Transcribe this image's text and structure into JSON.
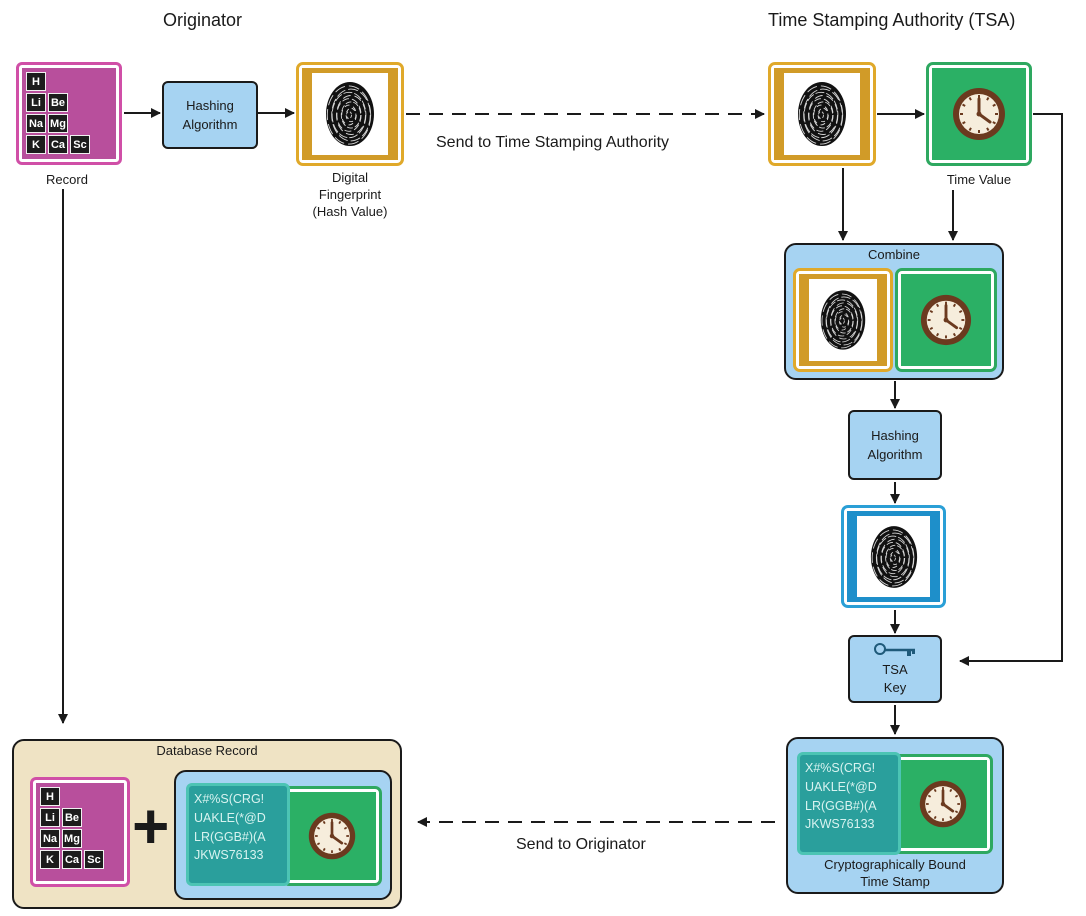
{
  "headings": {
    "originator": "Originator",
    "tsa": "Time Stamping Authority (TSA)"
  },
  "record": {
    "label": "Record",
    "elements": [
      "H",
      "Li",
      "Be",
      "Na",
      "Mg",
      "K",
      "Ca",
      "Sc"
    ]
  },
  "hashing_algorithm": {
    "line1": "Hashing",
    "line2": "Algorithm"
  },
  "digital_fingerprint": {
    "line1": "Digital",
    "line2": "Fingerprint",
    "line3": "(Hash Value)"
  },
  "send_to_tsa": "Send to Time Stamping Authority",
  "time_value": "Time Value",
  "combine": "Combine",
  "tsa_key": {
    "line1": "TSA",
    "line2": "Key"
  },
  "bound_stamp": {
    "line1": "Cryptographically Bound",
    "line2": "Time Stamp"
  },
  "cipher_text": "X#%S(CRG!\nUAKLE(*@D\nLR(GGB#)(A\nJKWS76133",
  "send_to_originator": "Send to Originator",
  "database_record": "Database Record",
  "plus": "+",
  "icons": [
    "fingerprint-icon",
    "clock-icon",
    "key-icon",
    "periodic-table-icon"
  ],
  "colors": {
    "record": "#b84f9c",
    "process": "#a6d3f2",
    "fingerprint": "#d19b28",
    "clock": "#2bb065",
    "cipher": "#2a9f9c",
    "database": "#efe3c4"
  }
}
